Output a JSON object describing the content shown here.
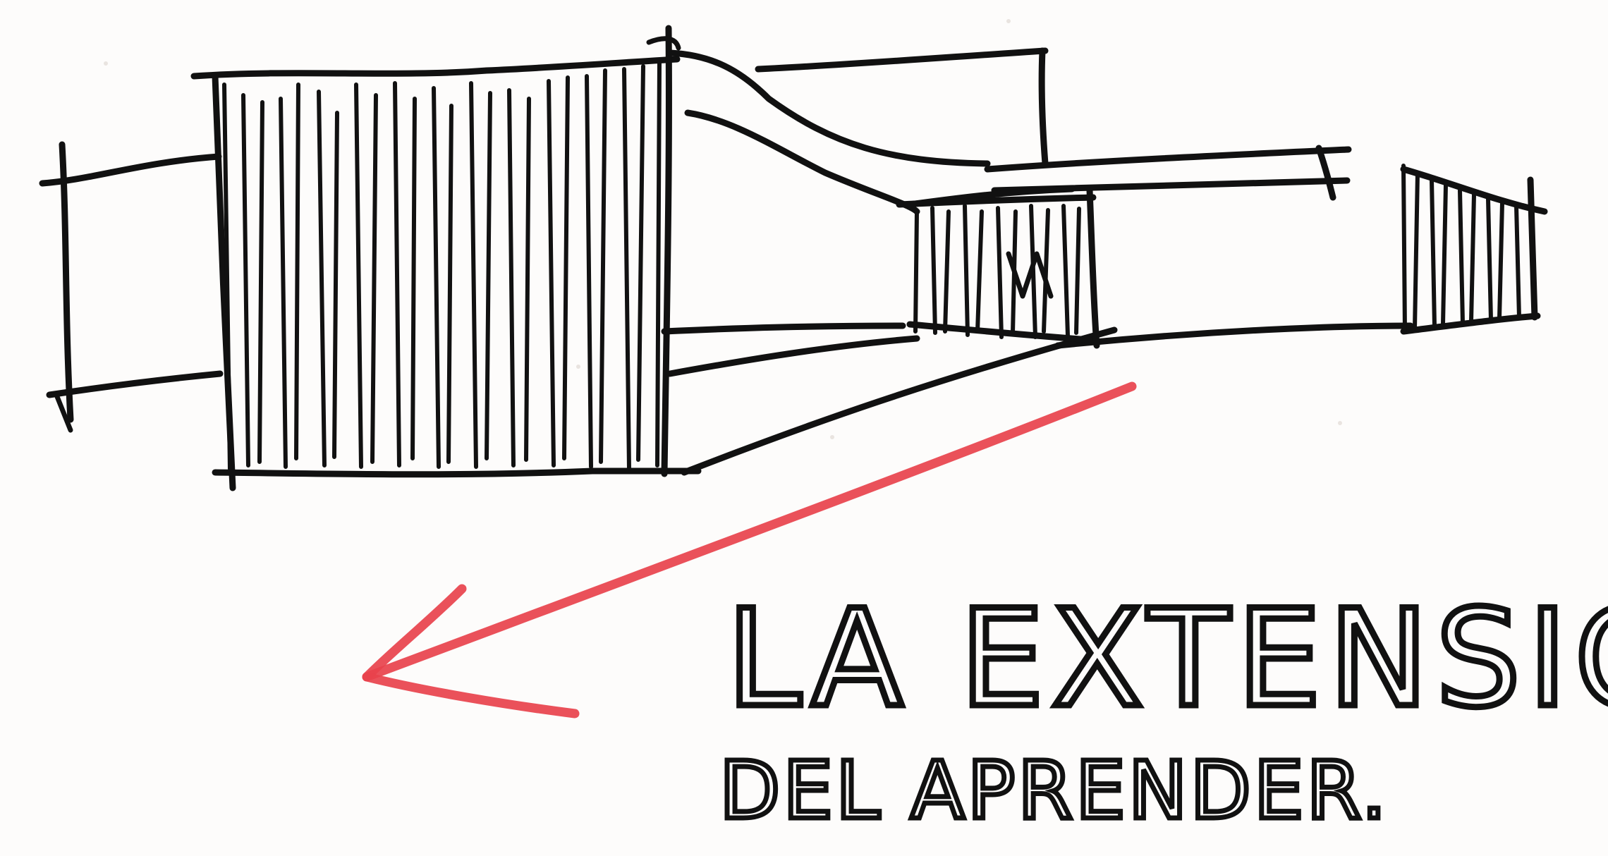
{
  "sketch": {
    "caption_line1": "LA EXTENSIÓN",
    "caption_line2": "DEL APRENDER.",
    "ink_color": "#111111",
    "arrow_color": "#e8424c",
    "paper_color": "#fdfcfb",
    "icons": [
      "building-sketch",
      "arrow-icon"
    ]
  }
}
